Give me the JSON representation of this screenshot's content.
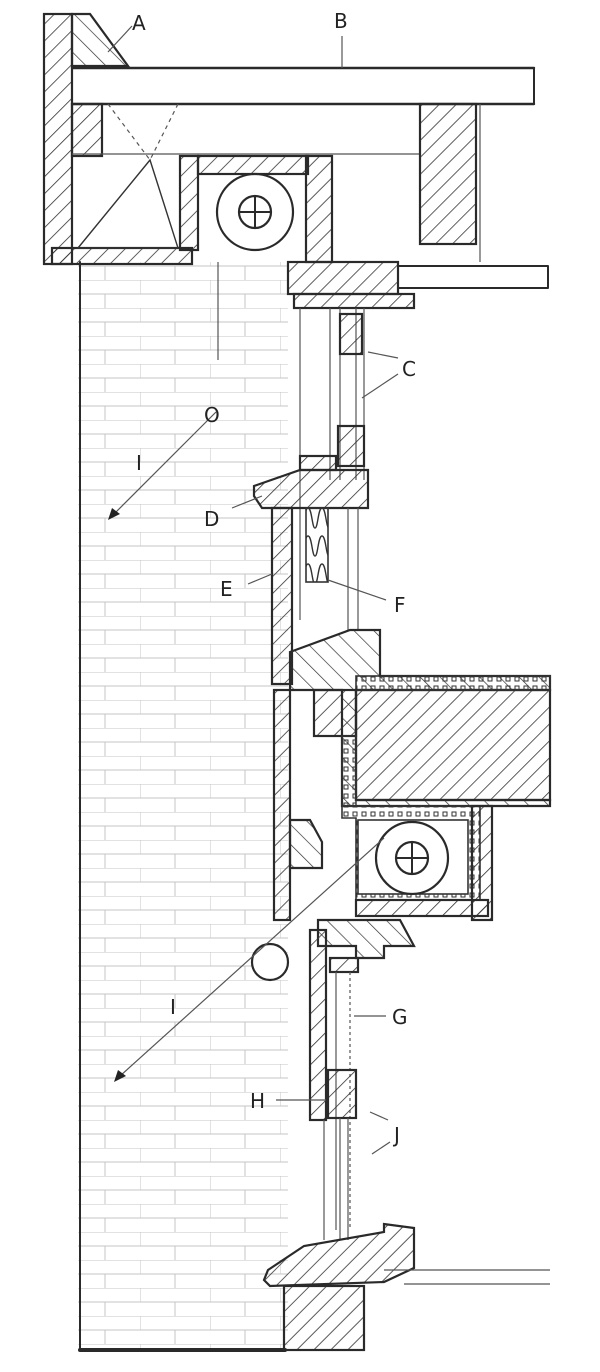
{
  "diagram": {
    "labels": {
      "a": "A",
      "b": "B",
      "c": "C",
      "d": "D",
      "e": "E",
      "f": "F",
      "g": "G",
      "h": "H",
      "i_upper": "I",
      "i_lower": "I",
      "j": "J",
      "o": "O"
    },
    "colors": {
      "ink": "#2a2a2a",
      "paper": "#ffffff",
      "brick": "#bdbdbd"
    }
  }
}
